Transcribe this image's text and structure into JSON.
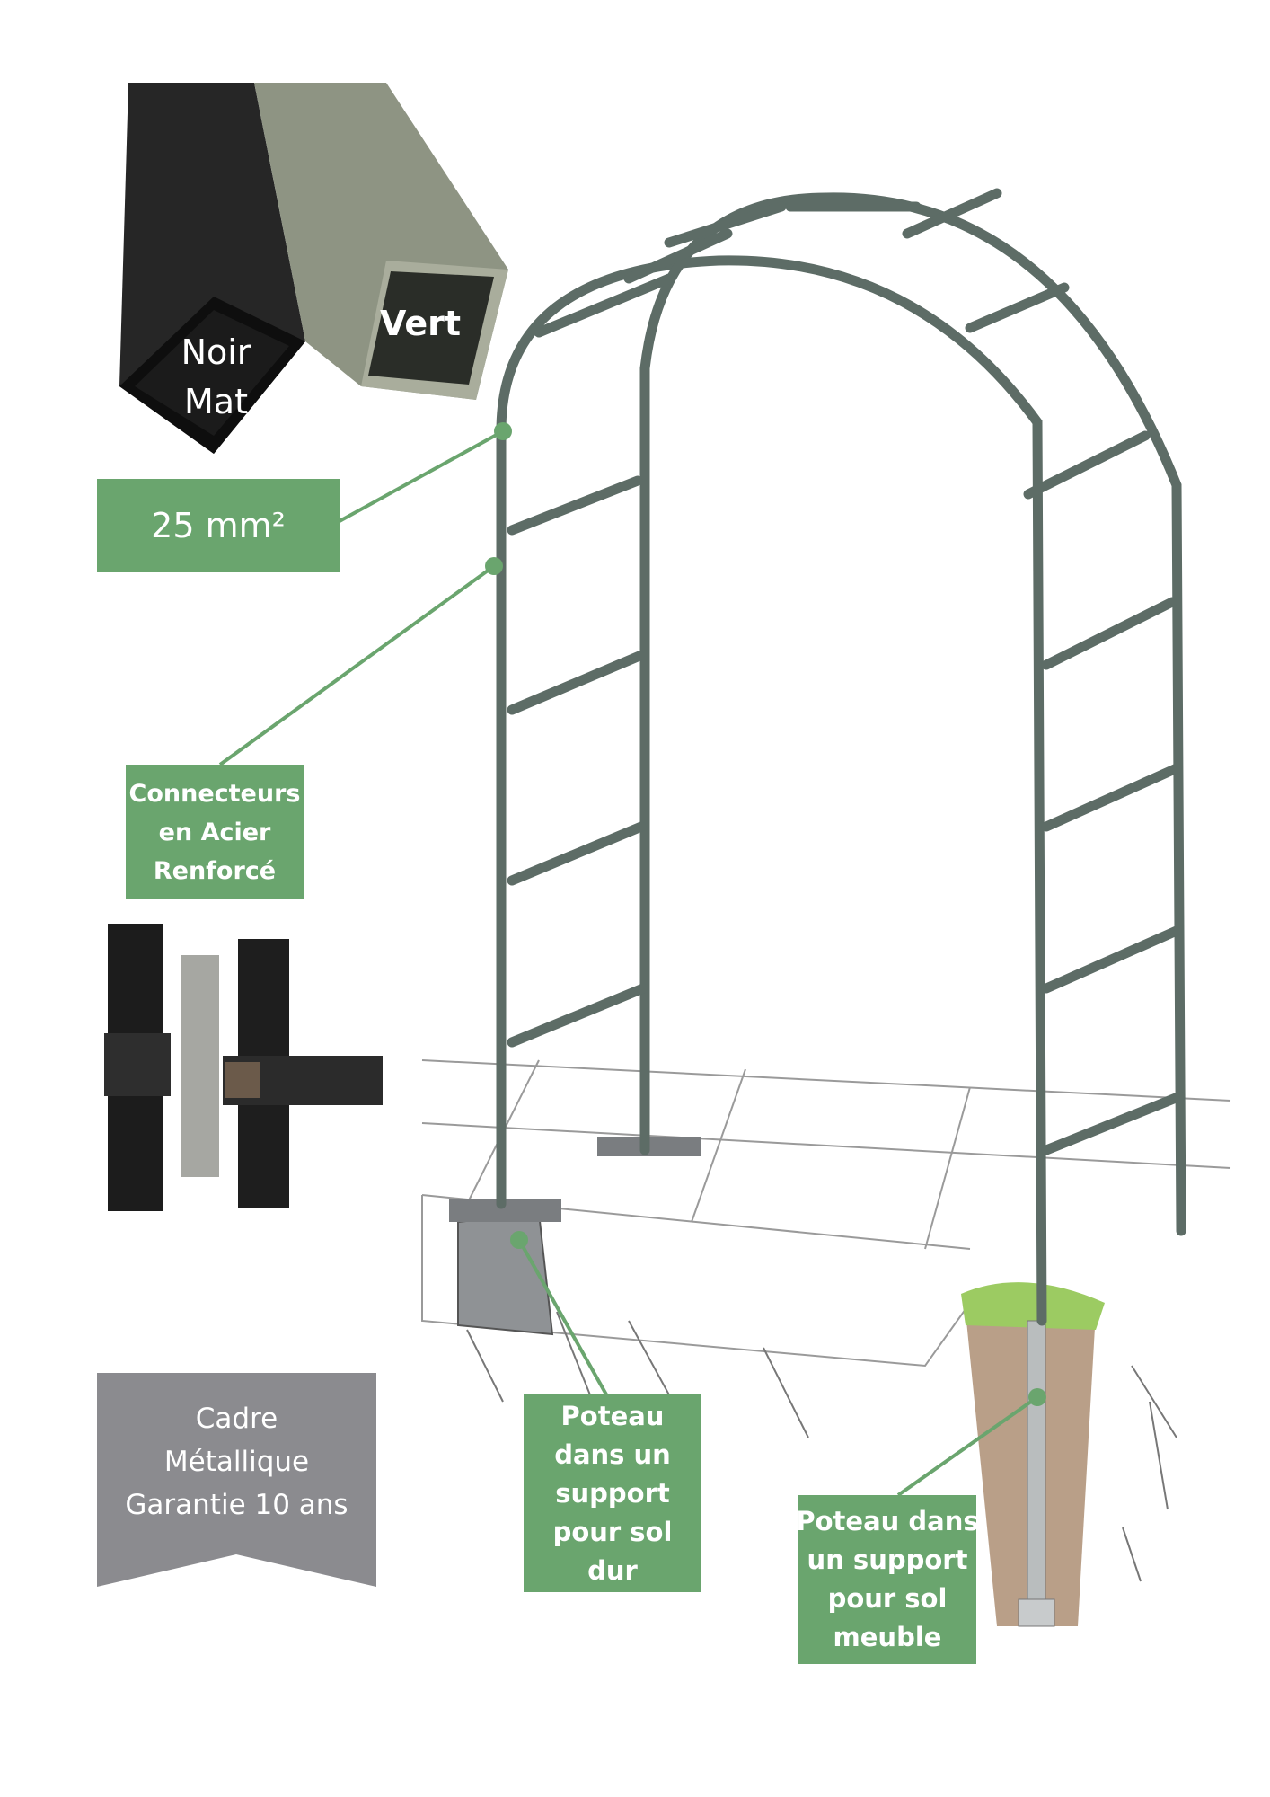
{
  "swatch_noir": [
    "Noir",
    "Mat"
  ],
  "swatch_vert": "Vert",
  "size_label": "25 mm²",
  "connectors_label": [
    "Connecteurs",
    "en Acier",
    "Renforcé"
  ],
  "frame_banner": [
    "Cadre",
    "Métallique",
    "Garantie 10 ans"
  ],
  "hard_ground_label": [
    "Poteau",
    "dans un",
    "support",
    "pour sol",
    "dur"
  ],
  "soft_ground_label": [
    "Poteau dans",
    "un support",
    "pour sol",
    "meuble"
  ],
  "colors": {
    "label_green": "#6aa56e",
    "banner_grey": "#8b8b8f",
    "arch_grey": "#5d6c66",
    "tube_black": "#232323",
    "tube_green": "#8a9080"
  }
}
